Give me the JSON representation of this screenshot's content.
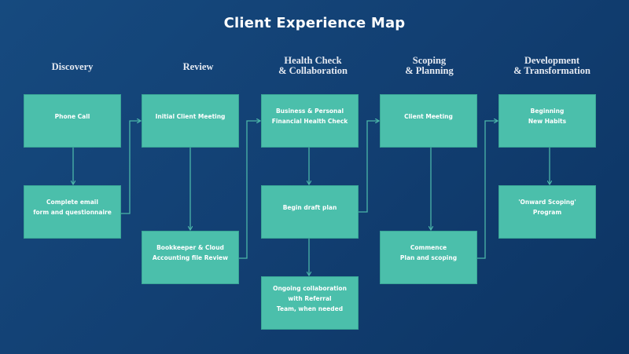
{
  "title": "Client Experience Map",
  "colors": {
    "background": "#123f72",
    "box_fill": "#4bbfab",
    "connector": "#4bb6a8",
    "text": "#ffffff"
  },
  "columns": [
    {
      "heading": "Discovery",
      "steps": [
        "Phone Call",
        "Complete email\nform and questionnaire"
      ]
    },
    {
      "heading": "Review",
      "steps": [
        "Initial Client Meeting",
        "Bookkeeper & Cloud\nAccounting file Review"
      ]
    },
    {
      "heading": "Health Check\n& Collaboration",
      "steps": [
        "Business & Personal\nFinancial Health Check",
        "Begin draft plan",
        "Ongoing collaboration\nwith Referral\nTeam, when needed"
      ]
    },
    {
      "heading": "Scoping\n& Planning",
      "steps": [
        "Client Meeting",
        "Commence\nPlan and scoping"
      ]
    },
    {
      "heading": "Development\n& Transformation",
      "steps": [
        "Beginning\nNew Habits",
        "'Onward Scoping'\nProgram"
      ]
    }
  ]
}
